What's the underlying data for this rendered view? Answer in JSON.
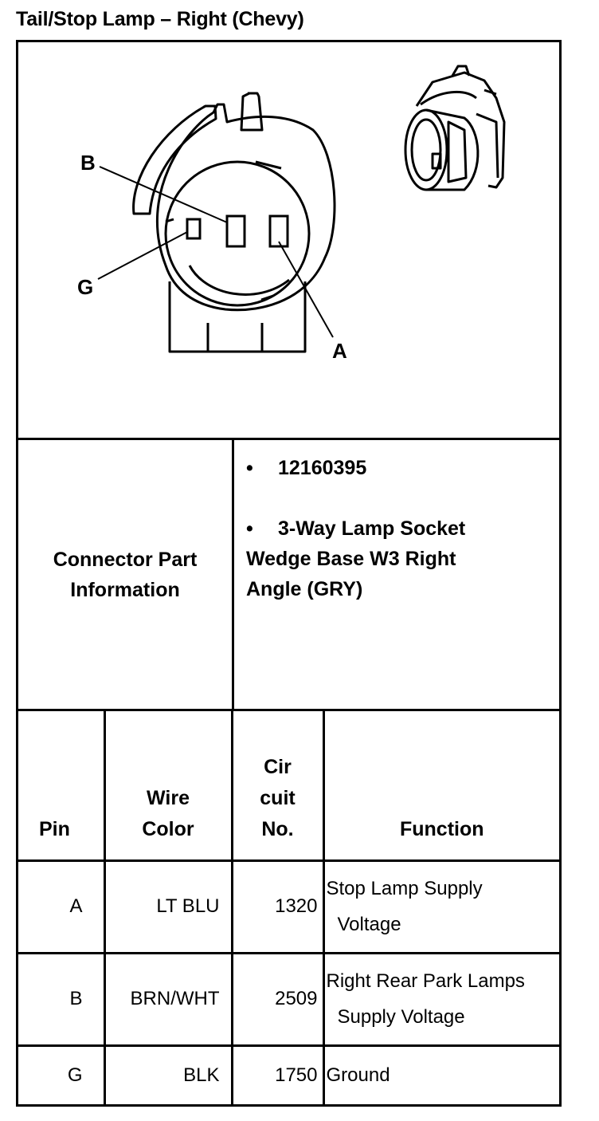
{
  "page": {
    "title": "Tail/Stop Lamp – Right (Chevy)"
  },
  "diagram": {
    "pin_callouts": [
      "B",
      "G",
      "A"
    ]
  },
  "connector_part_information": {
    "label": "Connector Part Information",
    "bullet_symbol": "•",
    "part_number": "12160395",
    "description_line1": "3-Way Lamp Socket",
    "description_line2": "Wedge Base W3 Right",
    "description_line3": "Angle (GRY)"
  },
  "pin_table": {
    "headers": {
      "pin": "Pin",
      "wire_color_line1": "Wire",
      "wire_color_line2": "Color",
      "circuit_line1": "Cir",
      "circuit_line2": "cuit",
      "circuit_line3": "No.",
      "function": "Function"
    },
    "rows": [
      {
        "pin": "A",
        "wire_color": "LT BLU",
        "circuit": "1320",
        "function_line1": "Stop Lamp Supply",
        "function_line2": "Voltage"
      },
      {
        "pin": "B",
        "wire_color": "BRN/WHT",
        "circuit": "2509",
        "function_line1": "Right Rear Park Lamps",
        "function_line2": "Supply Voltage"
      },
      {
        "pin": "G",
        "wire_color": "BLK",
        "circuit": "1750",
        "function_line1": "Ground",
        "function_line2": ""
      }
    ]
  }
}
